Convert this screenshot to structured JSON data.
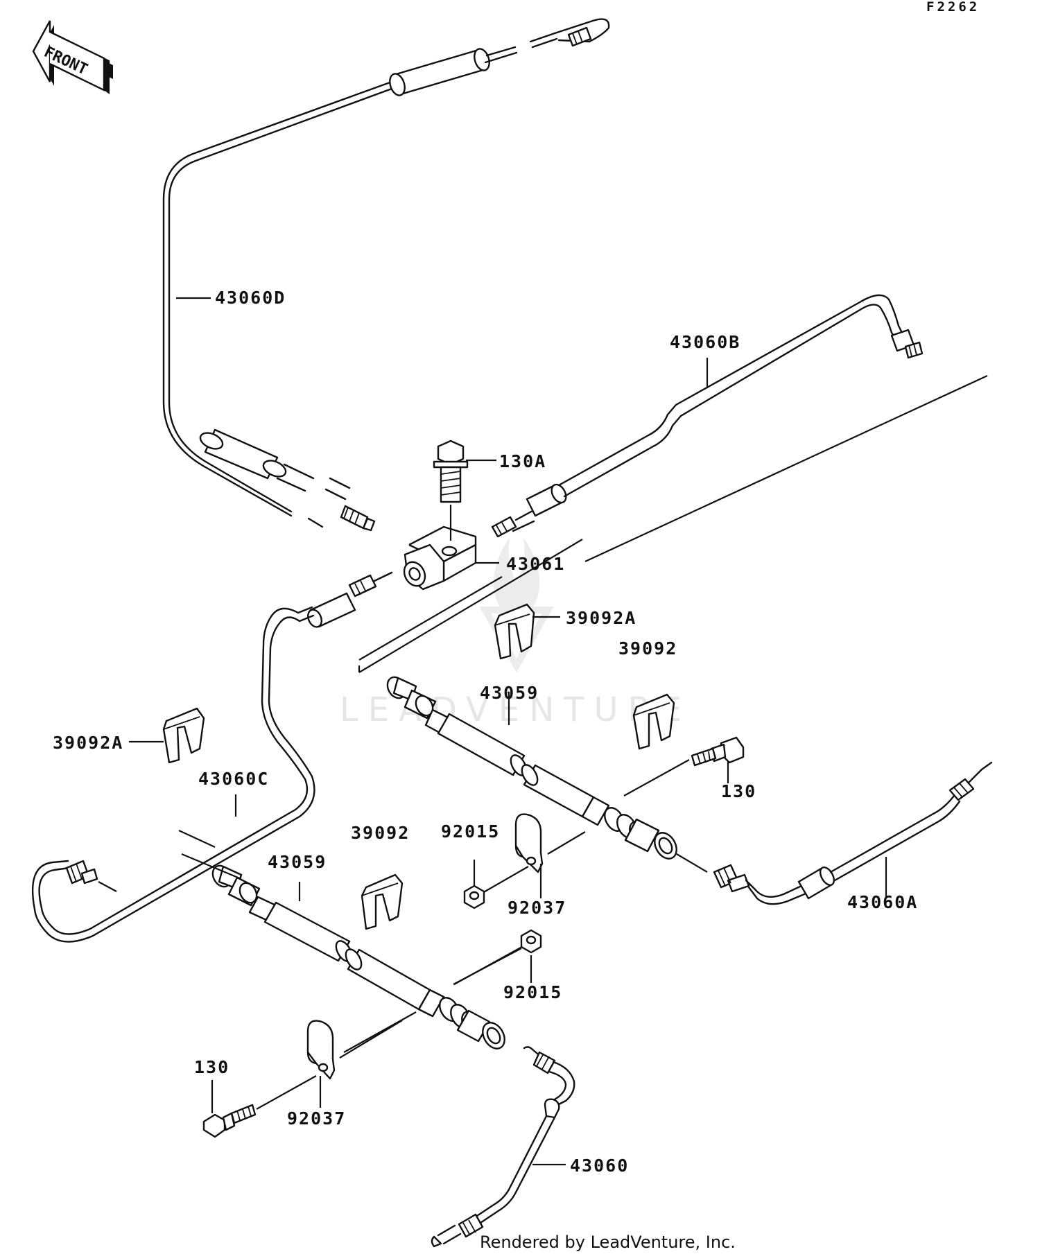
{
  "diagram": {
    "code": "F2262",
    "direction_marker": "FRONT",
    "watermark": "LEADVENTURE",
    "credit": "Rendered by LeadVenture, Inc.",
    "callouts": [
      {
        "id": "43060D",
        "text": "43060D"
      },
      {
        "id": "43060B",
        "text": "43060B"
      },
      {
        "id": "130A",
        "text": "130A"
      },
      {
        "id": "43061",
        "text": "43061"
      },
      {
        "id": "39092A-upper",
        "text": "39092A"
      },
      {
        "id": "39092-upper",
        "text": "39092"
      },
      {
        "id": "43059-upper",
        "text": "43059"
      },
      {
        "id": "39092A-left",
        "text": "39092A"
      },
      {
        "id": "43060C",
        "text": "43060C"
      },
      {
        "id": "130-right",
        "text": "130"
      },
      {
        "id": "39092-lower",
        "text": "39092"
      },
      {
        "id": "92015-upper",
        "text": "92015"
      },
      {
        "id": "43059-lower",
        "text": "43059"
      },
      {
        "id": "92037-upper",
        "text": "92037"
      },
      {
        "id": "43060A",
        "text": "43060A"
      },
      {
        "id": "92015-lower",
        "text": "92015"
      },
      {
        "id": "130-left",
        "text": "130"
      },
      {
        "id": "92037-lower",
        "text": "92037"
      },
      {
        "id": "43060",
        "text": "43060"
      }
    ]
  }
}
